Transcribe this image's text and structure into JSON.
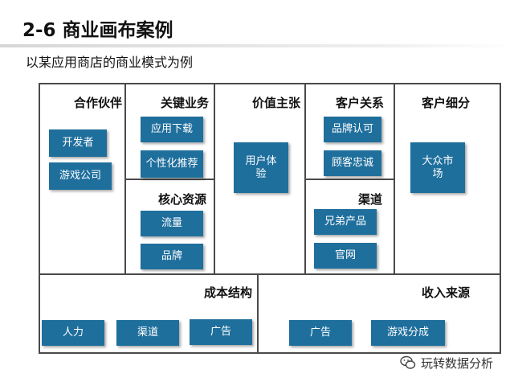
{
  "header": {
    "title": "2-6 商业画布案例",
    "subtitle": "以某应用商店的商业模式为例"
  },
  "canvas": {
    "key_partners": {
      "heading": "合作伙伴",
      "items": [
        "开发者",
        "游戏公司"
      ]
    },
    "key_activities": {
      "heading": "关键业务",
      "items": [
        "应用下载",
        "个性化推荐"
      ]
    },
    "key_resources": {
      "heading": "核心资源",
      "items": [
        "流量",
        "品牌"
      ]
    },
    "value_propositions": {
      "heading": "价值主张",
      "items": [
        "用户体验"
      ]
    },
    "customer_relationships": {
      "heading": "客户关系",
      "items": [
        "品牌认可",
        "顾客忠诚"
      ]
    },
    "channels": {
      "heading": "渠道",
      "items": [
        "兄弟产品",
        "官网"
      ]
    },
    "customer_segments": {
      "heading": "客户细分",
      "items": [
        "大众市场"
      ]
    },
    "cost_structure": {
      "heading": "成本结构",
      "items": [
        "人力",
        "渠道",
        "广告"
      ]
    },
    "revenue_streams": {
      "heading": "收入来源",
      "items": [
        "广告",
        "游戏分成"
      ]
    }
  },
  "watermark": {
    "text": "玩转数据分析",
    "icon": "wechat-icon"
  },
  "colors": {
    "block": "#1f6f9d",
    "border": "#4a4a4a"
  }
}
